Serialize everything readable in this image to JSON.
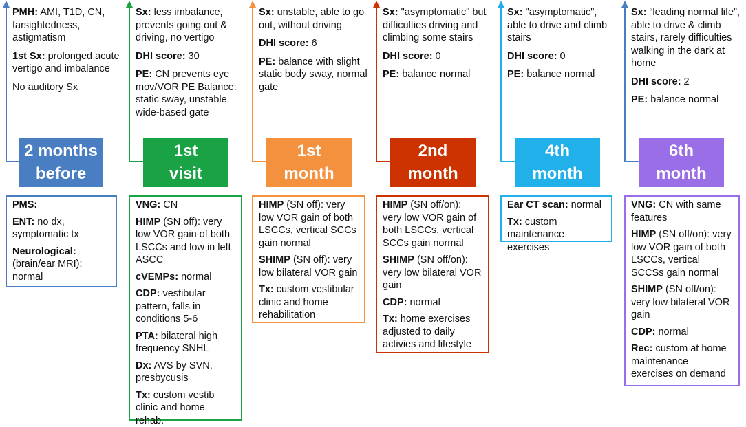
{
  "colors": {
    "blue_dark": "#4a7ec2",
    "green": "#1aa345",
    "orange": "#f4913e",
    "red": "#cc3300",
    "cyan": "#21b0ea",
    "purple": "#9a6ee6"
  },
  "columns": [
    {
      "label_line1": "2 months",
      "label_line2": "before",
      "top": [
        {
          "key": "PMH:",
          "text": " AMI, T1D, CN, farsightedness, astigmatism"
        },
        {
          "key": "1st Sx:",
          "text": " prolonged acute vertigo and imbalance"
        },
        {
          "key": "",
          "text": "No auditory Sx"
        }
      ],
      "bottom": [
        {
          "key": "PMS:",
          "text": ""
        },
        {
          "key": "ENT:",
          "text": " no dx, symptomatic tx"
        },
        {
          "key": "Neurological:",
          "text": " (brain/ear MRI): normal"
        }
      ]
    },
    {
      "label_line1": "1st",
      "label_line2": "visit",
      "top": [
        {
          "key": "Sx:",
          "text": " less imbalance, prevents going out & driving, no vertigo"
        },
        {
          "key": "DHI score:",
          "text": " 30"
        },
        {
          "key": "PE:",
          "text": " CN prevents eye mov/VOR PE Balance: static sway, unstable wide-based gate"
        }
      ],
      "bottom": [
        {
          "key": "VNG:",
          "text": " CN"
        },
        {
          "key": "HIMP",
          "text": " (SN off): very low VOR gain of both LSCCs and low in left ASCC"
        },
        {
          "key": "cVEMPs:",
          "text": " normal"
        },
        {
          "key": "CDP:",
          "text": " vestibular pattern, falls in conditions 5-6"
        },
        {
          "key": "PTA:",
          "text": " bilateral high frequency SNHL"
        },
        {
          "key": "Dx:",
          "text": " AVS by SVN, presbycusis"
        },
        {
          "key": "Tx:",
          "text": " custom vestib clinic and home rehab."
        }
      ]
    },
    {
      "label_line1": "1st",
      "label_line2": "month",
      "top": [
        {
          "key": "Sx:",
          "text": " unstable, able to go out, without driving"
        },
        {
          "key": "DHI score:",
          "text": " 6"
        },
        {
          "key": "PE:",
          "text": " balance with slight static body sway, normal gate"
        }
      ],
      "bottom": [
        {
          "key": "HIMP",
          "text": " (SN off): very low VOR gain of both LSCCs,  vertical SCCs gain normal"
        },
        {
          "key": "SHIMP",
          "text": " (SN off): very low bilateral VOR gain"
        },
        {
          "key": "Tx:",
          "text": " custom vestibular clinic and home rehabilitation"
        }
      ]
    },
    {
      "label_line1": "2nd",
      "label_line2": "month",
      "top": [
        {
          "key": "Sx:",
          "text": " \"asymptomatic\" but difficulties driving and climbing some stairs"
        },
        {
          "key": "DHI score:",
          "text": " 0"
        },
        {
          "key": "PE:",
          "text": " balance normal"
        }
      ],
      "bottom": [
        {
          "key": "HIMP",
          "text": " (SN off/on): very low VOR gain of both LSCCs, vertical SCCs gain normal"
        },
        {
          "key": "SHIMP",
          "text": " (SN off/on): very low bilateral VOR gain"
        },
        {
          "key": "CDP:",
          "text": " normal"
        },
        {
          "key": "Tx:",
          "text": " home exercises adjusted to daily activies and lifestyle"
        }
      ]
    },
    {
      "label_line1": "4th",
      "label_line2": "month",
      "top": [
        {
          "key": "Sx:",
          "text": " \"asymptomatic\", able to drive and climb stairs"
        },
        {
          "key": "DHI score:",
          "text": " 0"
        },
        {
          "key": "PE:",
          "text": " balance normal"
        }
      ],
      "bottom": [
        {
          "key": "Ear CT scan:",
          "text": " normal"
        },
        {
          "key": "Tx:",
          "text": " custom maintenance exercises"
        }
      ]
    },
    {
      "label_line1": "6th",
      "label_line2": "month",
      "top": [
        {
          "key": "Sx:",
          "text": " “leading normal life”, able to drive & climb stairs, rarely difficulties walking in the dark at home"
        },
        {
          "key": "DHI score:",
          "text": " 2"
        },
        {
          "key": "PE:",
          "text": " balance normal"
        }
      ],
      "bottom": [
        {
          "key": "VNG:",
          "text": " CN with same features"
        },
        {
          "key": "HIMP",
          "text": " (SN off/on): very low VOR gain of both LSCCs, vertical SCCSs gain normal"
        },
        {
          "key": "SHIMP",
          "text": " (SN off/on): very low bilateral VOR gain"
        },
        {
          "key": "CDP:",
          "text": " normal"
        },
        {
          "key": "Rec:",
          "text": " custom at home maintenance exercises on demand"
        }
      ]
    }
  ]
}
